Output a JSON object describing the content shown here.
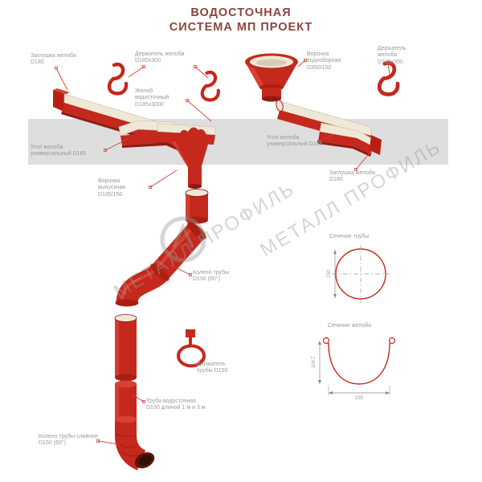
{
  "title": {
    "line1": "ВОДОСТОЧНАЯ",
    "line2": "СИСТЕМА МП ПРОЕКТ"
  },
  "watermark": {
    "text": "МЕТАЛЛ ПРОФИЛЬ"
  },
  "labels": {
    "zaglushka_left": "Заглушка желоба D185",
    "derzhatel_zheloba_left": "Держатель желоба D185х300",
    "voronka_vodosbornaya": "Воронка водосборная D350/150",
    "derzhatel_zheloba_right": "Держатель желоба D185х350",
    "zhelob": "Желоб водосточный D185х3000",
    "ugol_left": "Угол желоба универсальный D185",
    "ugol_right": "Угол желоба универсальный D185",
    "zaglushka_right": "Заглушка желоба D185",
    "voronka_vypusknaya": "Воронка выпускная D185/150",
    "koleno_truby": "Колено трубы D150 (60°)",
    "sechenie_truby": "Сечение трубы",
    "derzhatel_truby": "Держатель трубы D150",
    "sechenie_zheloba": "Сечение желоба",
    "truba_vodostochnaya": "Труба водосточная D150 длиной 1 м и 3 м",
    "koleno_slivnoe": "Колено трубы сливное D150 (60°)"
  },
  "dimensions": {
    "pipe_diameter": "150",
    "gutter_depth": "104.7",
    "gutter_width": "185"
  },
  "colors": {
    "component_red": "#c5281c",
    "component_red_dark": "#8f1a12",
    "cream_inner": "#efe8d6",
    "label_gray": "#9a9a9a",
    "title_brown": "#8a463e",
    "roof_gray": "#dedede"
  }
}
